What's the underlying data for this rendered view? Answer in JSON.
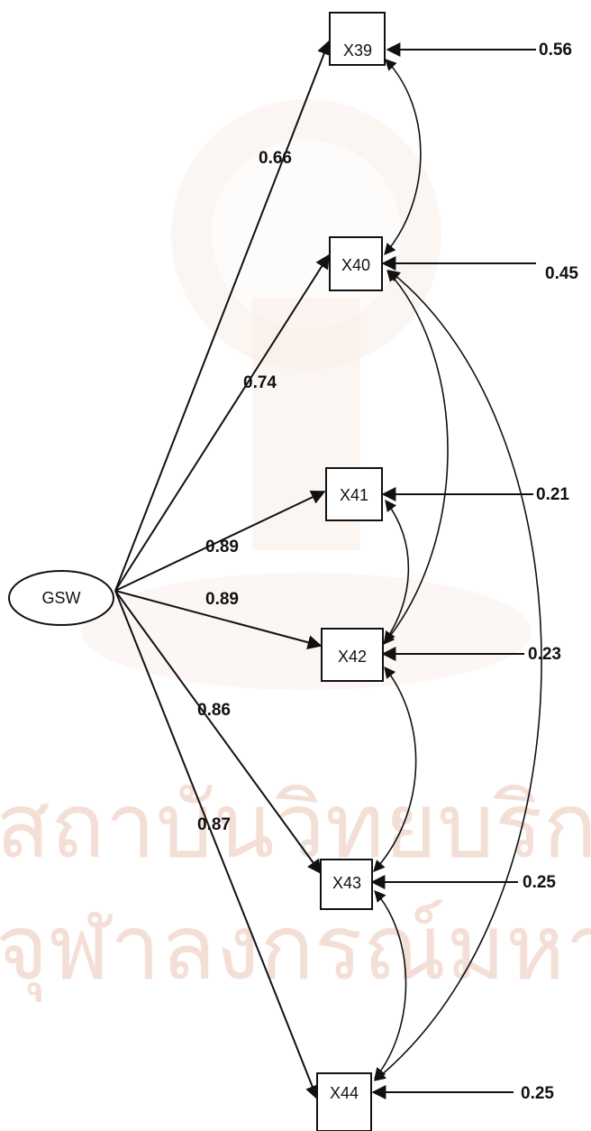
{
  "latent": {
    "label": "GSW"
  },
  "nodes": [
    {
      "id": "X39",
      "label": "X39",
      "loading": "0.66",
      "error": "0.56"
    },
    {
      "id": "X40",
      "label": "X40",
      "loading": "0.74",
      "error": "0.45"
    },
    {
      "id": "X41",
      "label": "X41",
      "loading": "0.89",
      "error": "0.21"
    },
    {
      "id": "X42",
      "label": "X42",
      "loading": "0.89",
      "error": "0.23"
    },
    {
      "id": "X43",
      "label": "X43",
      "loading": "0.86",
      "error": "0.25"
    },
    {
      "id": "X44",
      "label": "X44",
      "loading": "0.87",
      "error": "0.25"
    }
  ],
  "colors": {
    "ink": "#111111",
    "watermark": "#f0d2c4"
  },
  "watermark": {
    "line1": "สถาบันวิทยบริการ",
    "line2": "จุฬาลงกรณ์มหาวิทยาลัย"
  }
}
